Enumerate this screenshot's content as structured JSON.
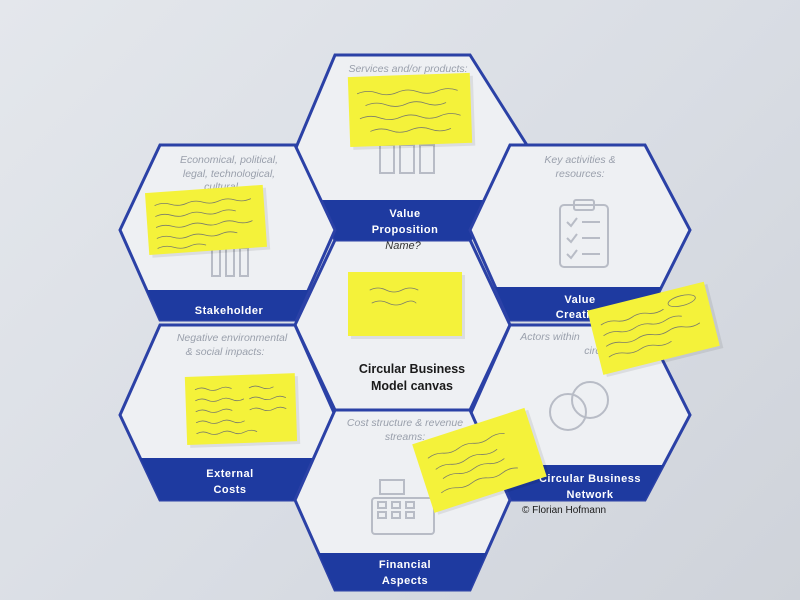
{
  "canvas": {
    "title_line1": "Circular Business",
    "title_line2": "Model canvas",
    "name_prompt": "Name?",
    "credit": "© Florian Hofmann"
  },
  "hexagons": {
    "value_proposition": {
      "label_line1": "Value",
      "label_line2": "Proposition",
      "prompt_line1": "Services and/or products:",
      "icon": "columns-icon"
    },
    "stakeholder": {
      "label_line1": "Stakeholder",
      "prompt_line1": "Economical, political,",
      "prompt_line2": "legal, technological,",
      "prompt_line3": "cultural",
      "icon": "columns-icon"
    },
    "value_creation": {
      "label_line1": "Value",
      "label_line2": "Creation",
      "prompt_line1": "Key activities &",
      "prompt_line2": "resources:",
      "icon": "clipboard-checklist-icon"
    },
    "external_costs": {
      "label_line1": "External",
      "label_line2": "Costs",
      "prompt_line1": "Negative environmental",
      "prompt_line2": "& social impacts:",
      "icon": "none"
    },
    "circular_business_network": {
      "label_line1": "Circular Business",
      "label_line2": "Network",
      "prompt_line1": "Actors within",
      "prompt_line2": "circle:",
      "icon": "linked-rings-icon"
    },
    "financial_aspects": {
      "label_line1": "Financial",
      "label_line2": "Aspects",
      "prompt_line1": "Cost structure & revenue",
      "prompt_line2": "streams:",
      "icon": "cash-register-icon"
    }
  },
  "colors": {
    "brand_blue": "#1e3aa0",
    "sticky_note": "#f4f23a",
    "wall": "#dfe2e8"
  }
}
